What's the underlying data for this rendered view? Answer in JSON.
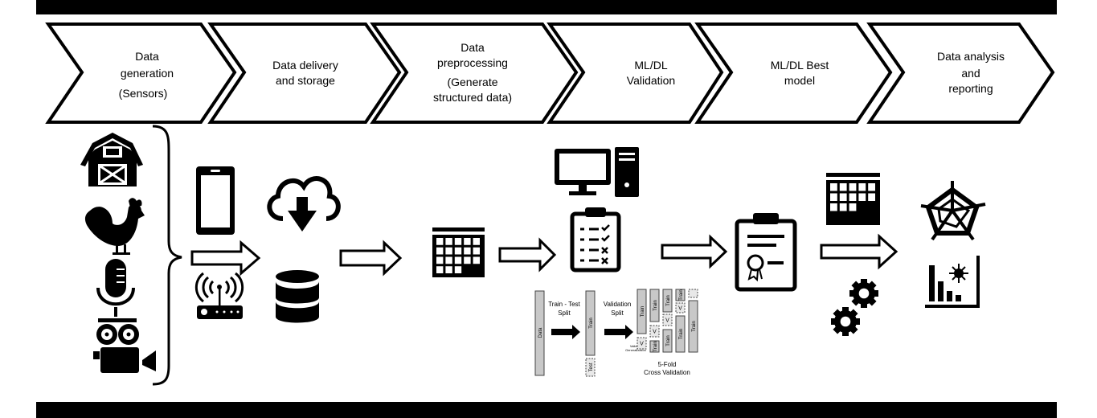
{
  "stages": [
    {
      "lines": [
        "Data",
        "generation",
        "(Sensors)"
      ]
    },
    {
      "lines": [
        "Data delivery",
        "and storage"
      ]
    },
    {
      "lines": [
        "Data",
        "preprocessing",
        "(Generate",
        "structured data)"
      ]
    },
    {
      "lines": [
        "ML/DL",
        "Validation"
      ]
    },
    {
      "lines": [
        "ML/DL Best",
        "model"
      ]
    },
    {
      "lines": [
        "Data analysis",
        "and",
        "reporting"
      ]
    }
  ],
  "validation_diagram": {
    "data_label": "Data",
    "train_test_split": [
      "Train - Test",
      "Split"
    ],
    "train_label": "Train",
    "test_label": "Test",
    "validation_split": [
      "Validation",
      "Split"
    ],
    "validate_generalization": [
      "Validate",
      "Generalization"
    ],
    "v_label": "V",
    "kfold": [
      "5-Fold",
      "Cross Validation"
    ]
  },
  "icons": [
    "barn-icon",
    "rooster-icon",
    "microphone-icon",
    "video-camera-icon",
    "smartphone-icon",
    "router-icon",
    "cloud-download-icon",
    "database-icon",
    "table-icon",
    "desktop-computer-icon",
    "checklist-clipboard-icon",
    "certificate-clipboard-icon",
    "gears-icon",
    "radar-chart-icon",
    "bar-chart-icon"
  ]
}
